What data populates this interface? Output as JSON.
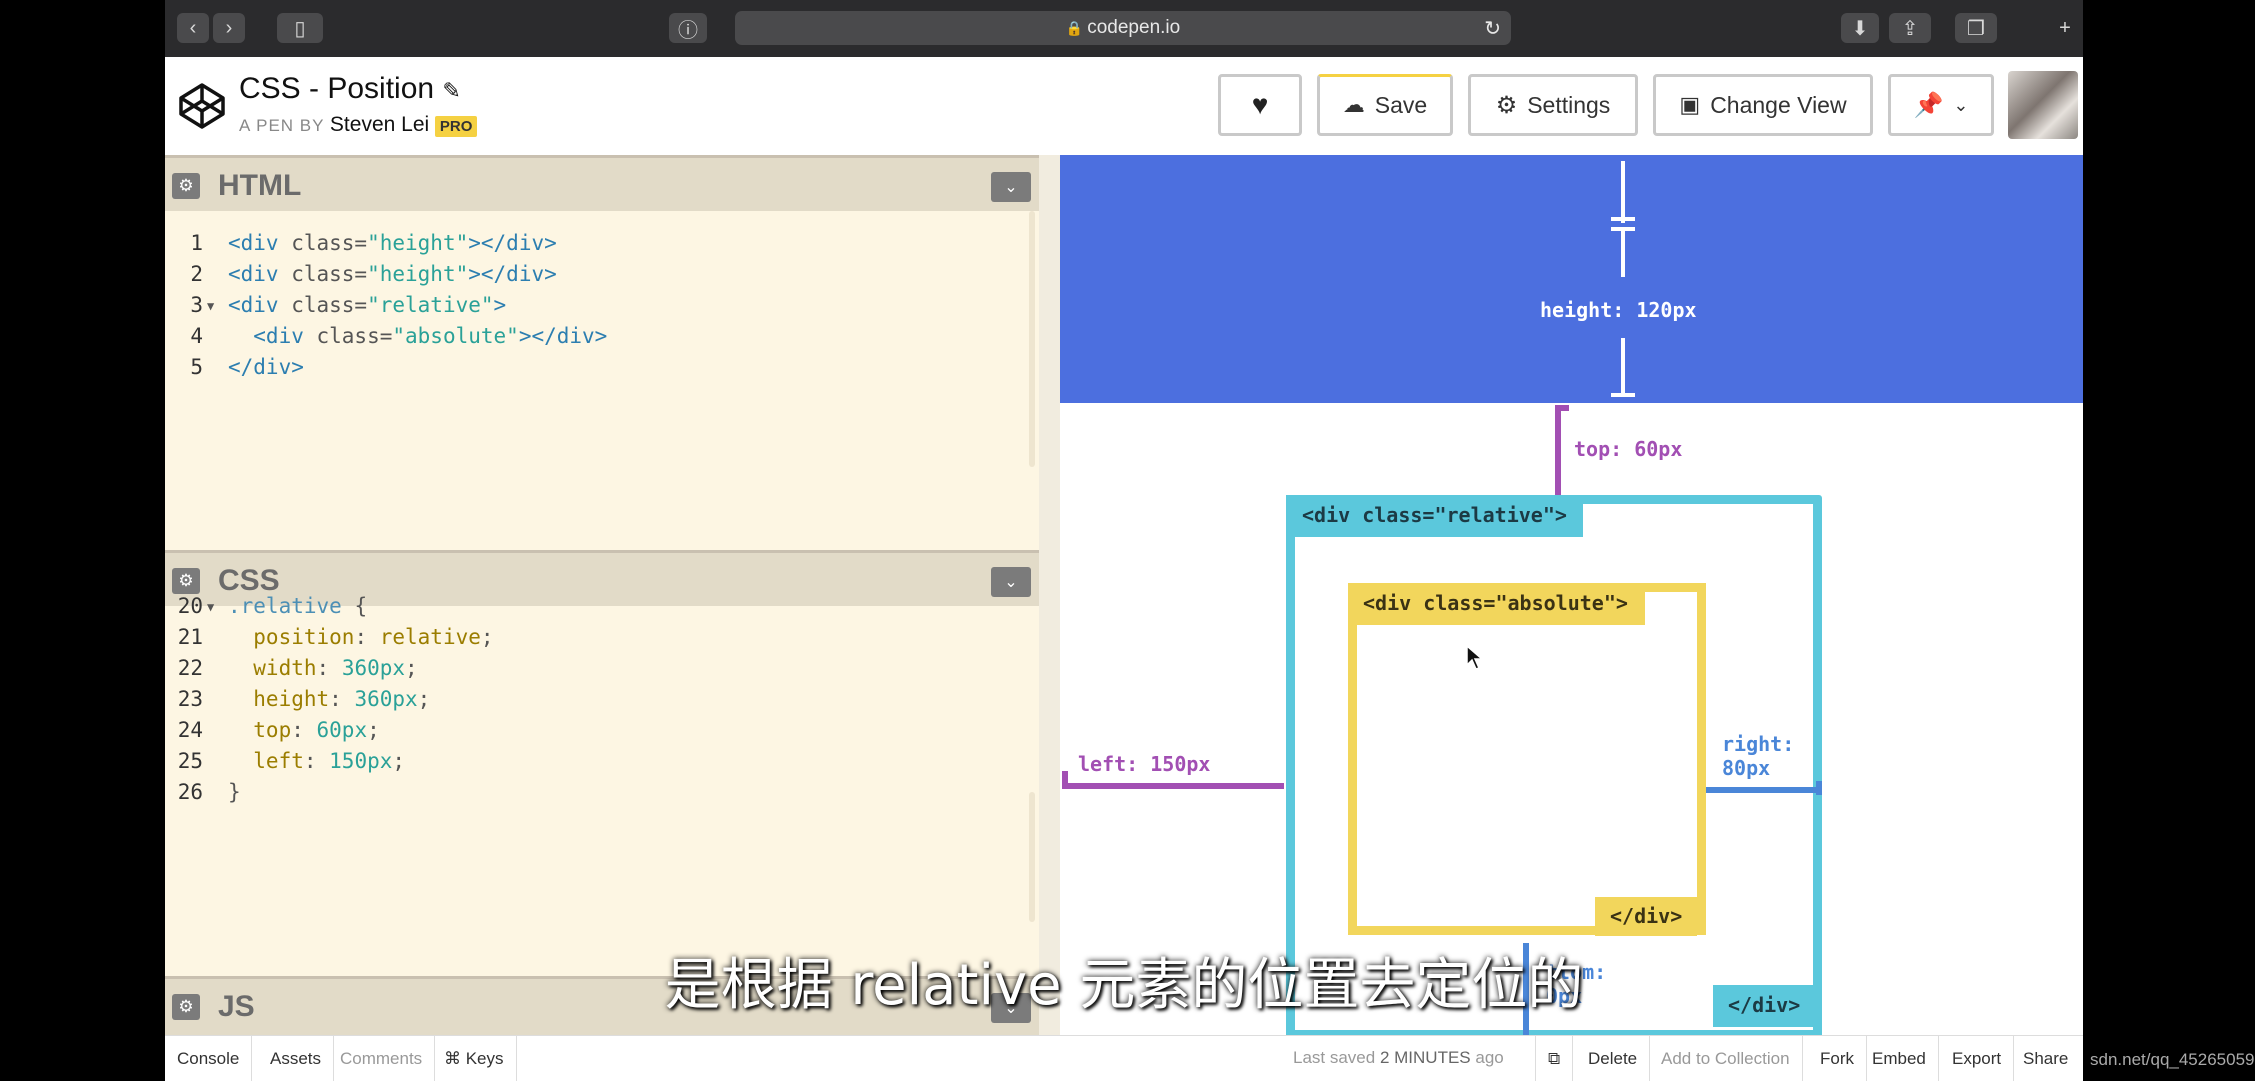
{
  "browser": {
    "url": "codepen.io",
    "back_icon": "chevron-left-icon",
    "forward_icon": "chevron-right-icon"
  },
  "pen": {
    "title": "CSS - Position",
    "by_prefix": "A PEN BY",
    "author": "Steven Lei",
    "badge": "PRO"
  },
  "toolbar": {
    "save_label": "Save",
    "settings_label": "Settings",
    "change_view_label": "Change View"
  },
  "html_editor": {
    "title": "HTML",
    "lines": [
      {
        "num": "1",
        "tokens": [
          [
            "<div",
            "tag"
          ],
          [
            " class=",
            "attr"
          ],
          [
            "\"height\"",
            "str"
          ],
          [
            "></div>",
            "tag"
          ]
        ]
      },
      {
        "num": "2",
        "tokens": [
          [
            "<div",
            "tag"
          ],
          [
            " class=",
            "attr"
          ],
          [
            "\"height\"",
            "str"
          ],
          [
            "></div>",
            "tag"
          ]
        ]
      },
      {
        "num": "3",
        "tokens": [
          [
            "<div",
            "tag"
          ],
          [
            " class=",
            "attr"
          ],
          [
            "\"relative\"",
            "str"
          ],
          [
            ">",
            "tag"
          ]
        ]
      },
      {
        "num": "4",
        "tokens": [
          [
            "  <div",
            "tag"
          ],
          [
            " class=",
            "attr"
          ],
          [
            "\"absolute\"",
            "str"
          ],
          [
            "></div>",
            "tag"
          ]
        ]
      },
      {
        "num": "5",
        "tokens": [
          [
            "</div>",
            "tag"
          ]
        ]
      }
    ]
  },
  "css_editor": {
    "title": "CSS",
    "lines": [
      {
        "num": "20",
        "tokens": [
          [
            ".relative",
            "sel"
          ],
          [
            " {",
            "pl"
          ]
        ]
      },
      {
        "num": "21",
        "tokens": [
          [
            "  position",
            "prop"
          ],
          [
            ": ",
            "pl"
          ],
          [
            "relative",
            "prop"
          ],
          [
            ";",
            "pl"
          ]
        ]
      },
      {
        "num": "22",
        "tokens": [
          [
            "  width",
            "prop"
          ],
          [
            ": ",
            "pl"
          ],
          [
            "360px",
            "val"
          ],
          [
            ";",
            "pl"
          ]
        ]
      },
      {
        "num": "23",
        "tokens": [
          [
            "  height",
            "prop"
          ],
          [
            ": ",
            "pl"
          ],
          [
            "360px",
            "val"
          ],
          [
            ";",
            "pl"
          ]
        ]
      },
      {
        "num": "24",
        "tokens": [
          [
            "  top",
            "prop"
          ],
          [
            ": ",
            "pl"
          ],
          [
            "60px",
            "val"
          ],
          [
            ";",
            "pl"
          ]
        ]
      },
      {
        "num": "25",
        "tokens": [
          [
            "  left",
            "prop"
          ],
          [
            ": ",
            "pl"
          ],
          [
            "150px",
            "val"
          ],
          [
            ";",
            "pl"
          ]
        ]
      },
      {
        "num": "26",
        "tokens": [
          [
            "}",
            "pl"
          ]
        ]
      }
    ]
  },
  "js_editor": {
    "title": "JS"
  },
  "preview": {
    "height_label": "height: 120px",
    "top_label": "top: 60px",
    "left_label": "left: 150px",
    "right_label_1": "right:",
    "right_label_2": "80px",
    "bottom_label_1": "ttom:",
    "bottom_label_2": "0px",
    "relative_open": "<div class=\"relative\">",
    "relative_close": "</div>",
    "absolute_open": "<div class=\"absolute\">",
    "absolute_close": "</div>",
    "colors": {
      "blue": "#4c6fdf",
      "cyan": "#5bc8dc",
      "yellow": "#f2d65c",
      "purple": "#a24fb3",
      "right_blue": "#4a86d8"
    }
  },
  "footer": {
    "console": "Console",
    "assets": "Assets",
    "comments": "Comments",
    "keys": "⌘ Keys",
    "last_saved_prefix": "Last saved",
    "last_saved_time": "2 MINUTES",
    "last_saved_suffix": "ago",
    "delete": "Delete",
    "add_to_collection": "Add to Collection",
    "fork": "Fork",
    "embed": "Embed",
    "export": "Export",
    "share": "Share"
  },
  "subtitle": "是根据 relative 元素的位置去定位的",
  "watermark": "sdn.net/qq_45265059"
}
